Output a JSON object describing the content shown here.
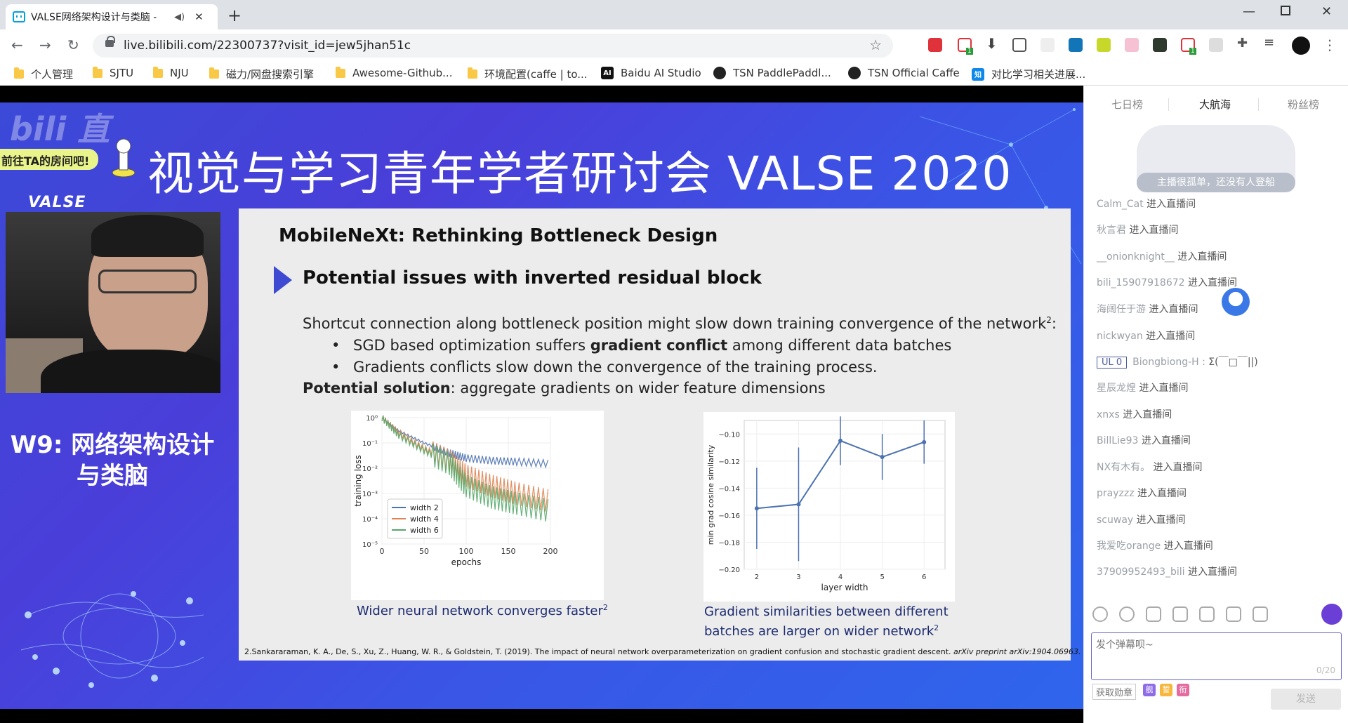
{
  "browser": {
    "tab_title": "VALSE网络架构设计与类脑 -",
    "url": "live.bilibili.com/22300737?visit_id=jew5jhan51c",
    "ext_badges": [
      "1",
      "1"
    ]
  },
  "bookmarks": [
    {
      "label": "个人管理",
      "icon": "folder"
    },
    {
      "label": "SJTU",
      "icon": "folder"
    },
    {
      "label": "NJU",
      "icon": "folder"
    },
    {
      "label": "磁力/网盘搜索引擎",
      "icon": "folder"
    },
    {
      "label": "Awesome-Github...",
      "icon": "folder"
    },
    {
      "label": "环境配置(caffe | to...",
      "icon": "folder"
    },
    {
      "label": "Baidu AI Studio",
      "icon": "AI"
    },
    {
      "label": "TSN PaddlePaddl...",
      "icon": "github"
    },
    {
      "label": "TSN Official Caffe",
      "icon": "github"
    },
    {
      "label": "对比学习相关进展...",
      "icon": "zhihu"
    }
  ],
  "video": {
    "overlay_button": "前往TA的房间吧!",
    "valse_logo": "VALSE",
    "conference_title": "视觉与学习青年学者研讨会 VALSE 2020",
    "session_line1": "W9: 网络架构设计",
    "session_line2": "与类脑"
  },
  "slide": {
    "title": "MobileNeXt: Rethinking Bottleneck Design",
    "subtitle": "Potential issues with inverted residual block",
    "intro": "Shortcut connection along bottleneck position might slow down training convergence of the network",
    "intro_sup": "2",
    "bullet1_pre": "SGD based optimization suffers ",
    "bullet1_bold": "gradient conflict",
    "bullet1_post": " among different data batches",
    "bullet2": "Gradients conflicts slow down the convergence of the training process.",
    "solution_bold": "Potential solution",
    "solution_rest": ": aggregate gradients on wider feature dimensions",
    "caption_left": "Wider neural network converges faster",
    "caption_right_1": "Gradient similarities between different",
    "caption_right_2": "batches are larger on wider network",
    "footnote_plain": "2.Sankararaman, K. A., De, S., Xu, Z., Huang, W. R., & Goldstein, T. (2019). The impact of neural network overparameterization on gradient confusion and stochastic gradient descent. ",
    "footnote_italic": "arXiv preprint arXiv:1904.06963."
  },
  "chart_data": [
    {
      "type": "line",
      "xlabel": "epochs",
      "ylabel": "training loss",
      "x_ticks": [
        "0",
        "50",
        "100",
        "150",
        "200"
      ],
      "y_ticks": [
        "10⁰",
        "10⁻¹",
        "10⁻²",
        "10⁻³",
        "10⁻⁴",
        "10⁻⁵"
      ],
      "yscale": "log",
      "legend_position": "bottom-left",
      "series": [
        {
          "name": "width 2",
          "color": "#4c72b0",
          "x": [
            0,
            20,
            50,
            80,
            100,
            130,
            160,
            200
          ],
          "y": [
            1.0,
            0.3,
            0.1,
            0.04,
            0.025,
            0.02,
            0.018,
            0.015
          ]
        },
        {
          "name": "width 4",
          "color": "#dd8452",
          "x": [
            0,
            20,
            50,
            80,
            100,
            130,
            160,
            200
          ],
          "y": [
            1.0,
            0.25,
            0.06,
            0.02,
            0.005,
            0.002,
            0.001,
            0.0005
          ]
        },
        {
          "name": "width 6",
          "color": "#55a868",
          "x": [
            0,
            20,
            50,
            80,
            100,
            130,
            160,
            200
          ],
          "y": [
            1.0,
            0.2,
            0.05,
            0.015,
            0.002,
            0.0007,
            0.0004,
            0.0002
          ]
        }
      ]
    },
    {
      "type": "line",
      "xlabel": "layer width",
      "ylabel": "min grad cosine similarity",
      "x": [
        2,
        3,
        4,
        5,
        6
      ],
      "y": [
        -0.155,
        -0.152,
        -0.105,
        -0.117,
        -0.106
      ],
      "err": [
        0.03,
        0.042,
        0.018,
        0.017,
        0.016
      ],
      "xlim": [
        1.7,
        6.5
      ],
      "ylim": [
        -0.2,
        -0.09
      ],
      "x_ticks": [
        "2",
        "3",
        "4",
        "5",
        "6"
      ],
      "y_ticks": [
        "−0.10",
        "−0.12",
        "−0.14",
        "−0.16",
        "−0.18",
        "−0.20"
      ],
      "color": "#4c72b0"
    }
  ],
  "panel": {
    "tabs": [
      "七日榜",
      "大航海",
      "粉丝榜"
    ],
    "empty_text": "主播很孤单，还没有人登船",
    "messages": [
      {
        "user": "Calm_Cat",
        "action": " 进入直播间"
      },
      {
        "user": "秋言君",
        "action": " 进入直播间"
      },
      {
        "user": "__onionknight__",
        "action": " 进入直播间"
      },
      {
        "user": "bili_15907918672",
        "action": " 进入直播间"
      },
      {
        "user": "海阔任于游",
        "action": " 进入直播间"
      },
      {
        "user": "nickwyan",
        "action": " 进入直播间"
      },
      {
        "medal": "UL 0",
        "user": "Biongbiong-H : ",
        "action": "Σ(￣□￣||)"
      },
      {
        "user": "星辰龙煌",
        "action": " 进入直播间"
      },
      {
        "user": "xnxs",
        "action": " 进入直播间"
      },
      {
        "user": "BillLie93",
        "action": " 进入直播间"
      },
      {
        "user": "NX有木有。",
        "action": " 进入直播间"
      },
      {
        "user": "prayzzz",
        "action": " 进入直播间"
      },
      {
        "user": "scuway",
        "action": " 进入直播间"
      },
      {
        "user": "我爱吃orange",
        "action": " 进入直播间"
      },
      {
        "user": "37909952493_bili",
        "action": " 进入直播间"
      }
    ],
    "input_placeholder": "发个弹幕呗~",
    "counter": "0/20",
    "get_medal": "获取勋章",
    "badges": [
      "舰",
      "誓",
      "衔"
    ],
    "send": "发送"
  }
}
